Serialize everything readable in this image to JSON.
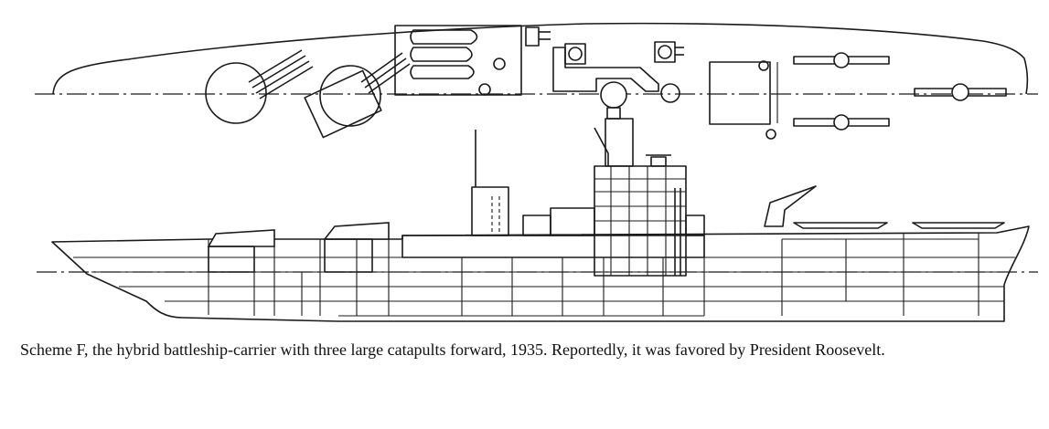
{
  "figure": {
    "caption": "Scheme F, the hybrid battleship-carrier with three large catapults forward, 1935. Reportedly, it was favored by President Roosevelt."
  },
  "drawing": {
    "plan_view": "ship-plan-view",
    "profile_view": "ship-profile-view"
  }
}
